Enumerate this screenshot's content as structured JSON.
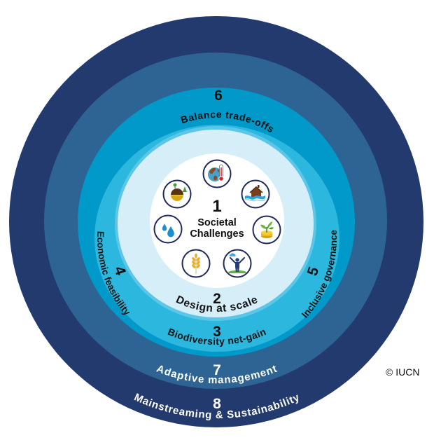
{
  "center": {
    "number": "1",
    "label_line1": "Societal",
    "label_line2": "Challenges",
    "icons": [
      "climate-change-icon",
      "disaster-risk-icon",
      "economic-development-icon",
      "human-health-icon",
      "food-security-icon",
      "water-security-icon",
      "environmental-degradation-icon"
    ]
  },
  "criteria": {
    "design": {
      "number": "2",
      "label": "Design at scale"
    },
    "biodiversity": {
      "number": "3",
      "label": "Biodiversity net-gain"
    },
    "economic": {
      "number": "4",
      "label": "Economic feasibility"
    },
    "governance": {
      "number": "5",
      "label": "Inclusive governance"
    },
    "tradeoffs": {
      "number": "6",
      "label": "Balance trade-offs"
    },
    "adaptive": {
      "number": "7",
      "label": "Adaptive management"
    },
    "mainstreaming": {
      "number": "8",
      "label": "Mainstreaming & Sustainability"
    }
  },
  "colors": {
    "ring_outer_navy": "#233a6e",
    "ring_mid_blue": "#2d6494",
    "ring_teal": "#0099c9",
    "ring_light_teal": "#2bb7de",
    "ring_halo": "#5cc6e8",
    "inner_pale": "#d6eef8",
    "core_white": "#ffffff",
    "icon_outline": "#1f2a5a"
  },
  "credit": "© IUCN"
}
